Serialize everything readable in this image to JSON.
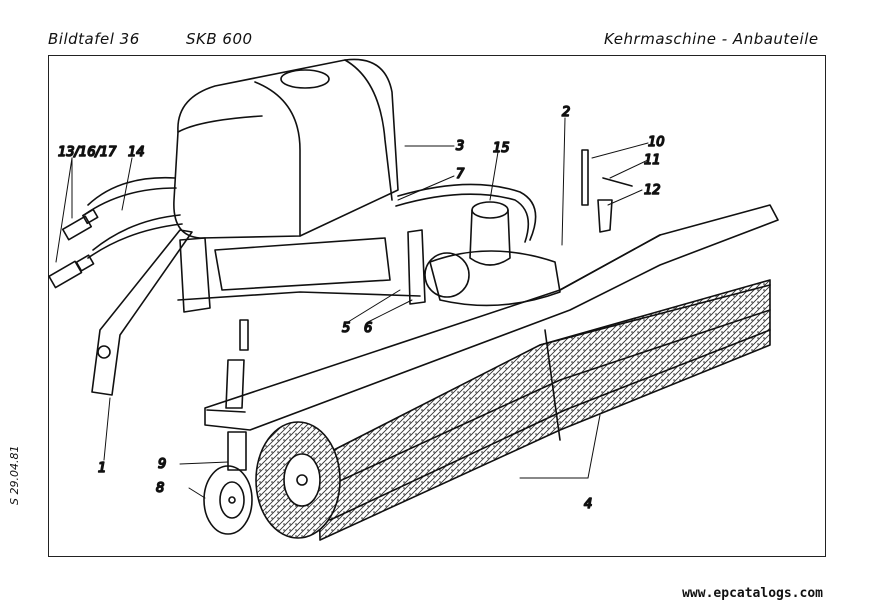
{
  "header": {
    "plate": "Bildtafel 36",
    "model": "SKB 600",
    "title": "Kehrmaschine - Anbauteile"
  },
  "side_code": "S 29.04.81",
  "watermark": "www.epcatalogs.com",
  "callouts": [
    "1",
    "2",
    "3",
    "4",
    "5",
    "6",
    "7",
    "8",
    "9",
    "10",
    "11",
    "12",
    "13/16/17",
    "14",
    "15"
  ]
}
